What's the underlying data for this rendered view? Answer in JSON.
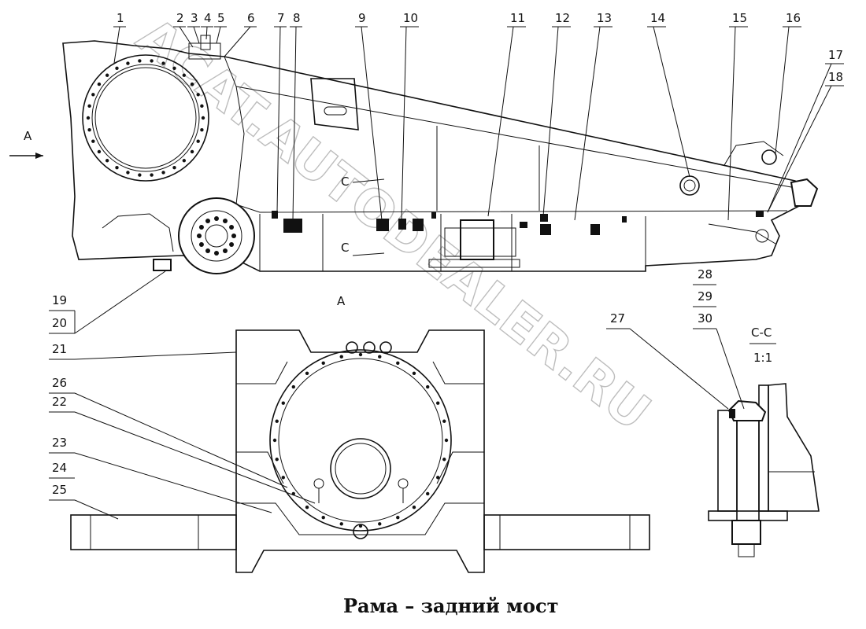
{
  "drawing": {
    "title": "Рама – задний мост",
    "watermark": "ACAT.AUTODEALER.RU",
    "view_marker": "A",
    "view_label_top": "A",
    "section_marker": "C",
    "section_title": "C-C",
    "section_scale": "1:1",
    "callouts_top": [
      "1",
      "2",
      "3",
      "4",
      "5",
      "6",
      "7",
      "8",
      "9",
      "10",
      "11",
      "12",
      "13",
      "14",
      "15",
      "16",
      "17",
      "18"
    ],
    "callouts_left": [
      "19",
      "20",
      "21",
      "26",
      "22",
      "23",
      "24",
      "25"
    ],
    "callouts_right": [
      "28",
      "29",
      "30",
      "27"
    ]
  }
}
